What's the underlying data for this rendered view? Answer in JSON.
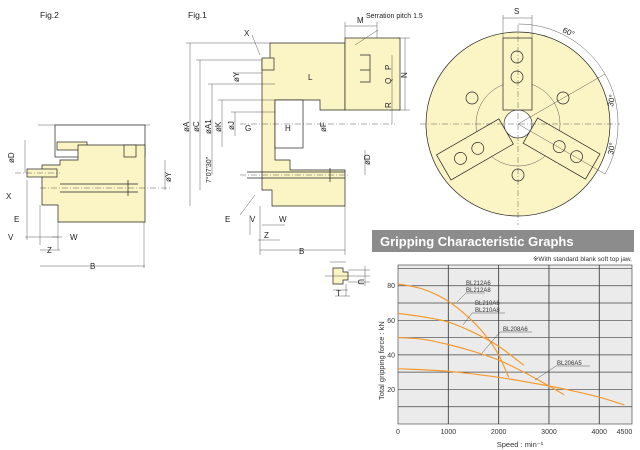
{
  "fig2": {
    "title": "Fig.2",
    "labels": {
      "D": "øD",
      "X": "X",
      "E": "E",
      "V": "V",
      "W": "W",
      "Z": "Z",
      "B": "B",
      "Y": "øY"
    }
  },
  "fig1": {
    "title": "Fig.1",
    "labels": {
      "X": "X",
      "Y": "øY",
      "L": "L",
      "A": "øA",
      "C": "øC",
      "A1": "øA1",
      "K": "øK",
      "J": "øJ",
      "G": "G",
      "H": "H",
      "F": "øF",
      "angle": "7°07'30\"",
      "D": "øD",
      "E": "E",
      "V": "V",
      "W": "W",
      "Z": "Z",
      "B": "B",
      "M": "M",
      "serration": "Serration pitch  1.5",
      "P": "P",
      "Q": "Q",
      "R": "R",
      "N": "N"
    }
  },
  "front_view": {
    "S": "S",
    "a60": "60°",
    "a30a": "30°",
    "a30b": "30°"
  },
  "jaw_detail": {
    "U": "U",
    "T": "T"
  },
  "colors": {
    "body": "#fbf4c4",
    "curve": "#f39a2e",
    "header": "#8c8c8c",
    "plot_bg": "#ebebeb"
  },
  "chart_data": {
    "type": "line",
    "title": "Gripping Characteristic Graphs",
    "note": "※With standard blank soft top jaw.",
    "xlabel": "Speed : min⁻¹",
    "ylabel": "Total gripping force : kN",
    "xlim": [
      0,
      4650
    ],
    "ylim": [
      0,
      92
    ],
    "xticks": [
      0,
      1000,
      2000,
      3000,
      4000,
      4500
    ],
    "xtick_labels": [
      "0",
      "1000",
      "2000",
      "3000",
      "4000",
      "4500"
    ],
    "yticks": [
      20,
      40,
      60,
      80
    ],
    "ytick_labels": [
      "20",
      "40",
      "60",
      "80"
    ],
    "grid": true,
    "series": [
      {
        "name": "BL212A6 / BL212A8",
        "labels": [
          "BL212A6",
          "BL212A8"
        ],
        "x": [
          0,
          500,
          1000,
          1500,
          1800,
          2000,
          2200
        ],
        "y": [
          81,
          78,
          71,
          59,
          49,
          40,
          27
        ]
      },
      {
        "name": "BL210A6 / BL210A8",
        "labels": [
          "BL210A6",
          "BL210A8"
        ],
        "x": [
          0,
          500,
          1000,
          1500,
          2000,
          2500
        ],
        "y": [
          64,
          62,
          59,
          53,
          45,
          34
        ]
      },
      {
        "name": "BL208A6",
        "labels": [
          "BL208A6"
        ],
        "x": [
          0,
          500,
          1000,
          1500,
          2000,
          2500,
          3000,
          3300
        ],
        "y": [
          50,
          49,
          46,
          42,
          37,
          30,
          22,
          17
        ]
      },
      {
        "name": "BL206A5",
        "labels": [
          "BL206A5"
        ],
        "x": [
          0,
          1000,
          2000,
          3000,
          3500,
          4000,
          4500
        ],
        "y": [
          32,
          30.5,
          27,
          22,
          19,
          15.5,
          11
        ]
      }
    ]
  }
}
